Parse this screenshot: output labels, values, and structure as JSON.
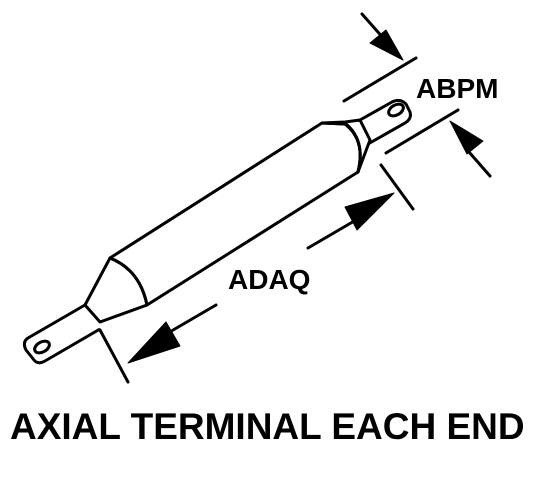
{
  "labels": {
    "dimension_diameter": "ABPM",
    "dimension_length": "ADAQ",
    "caption": "AXIAL TERMINAL EACH END"
  },
  "colors": {
    "ink": "#000000",
    "paper": "#ffffff"
  }
}
